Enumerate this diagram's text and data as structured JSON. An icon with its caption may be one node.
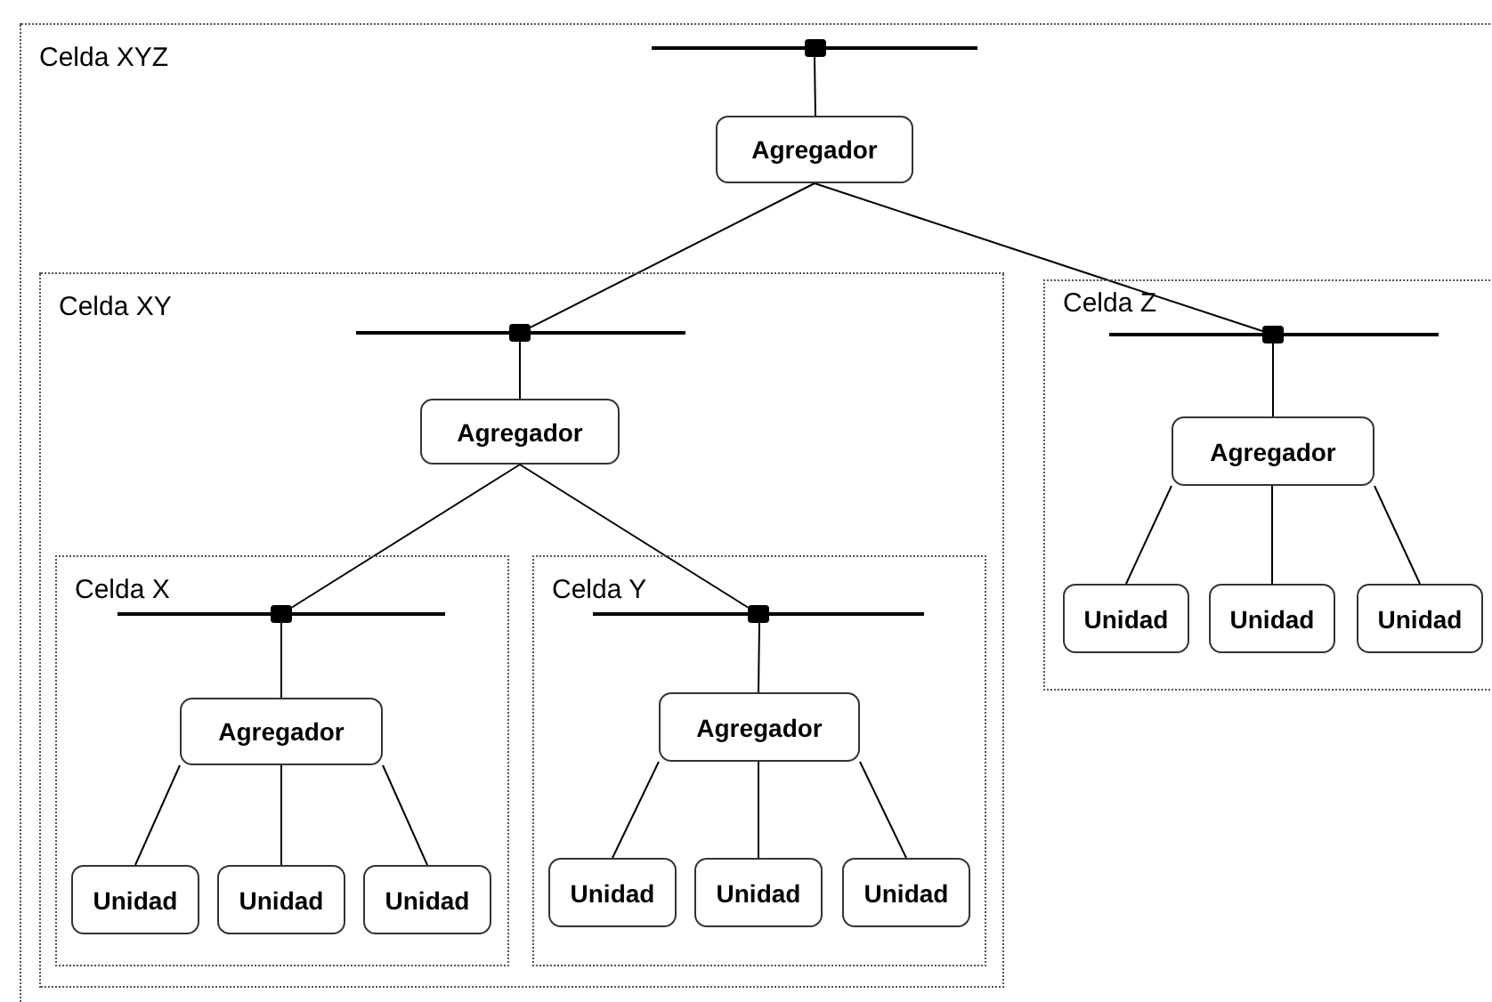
{
  "diagram": {
    "nodes": [
      {
        "text": [
          "Celda XYZ"
        ]
      },
      {
        "text": [],
        "shape": "box",
        "in": 0
      },
      {
        "text": [
          "Agregador"
        ],
        "in": 0
      },
      {
        "text": [
          "Celda XY"
        ],
        "in": 0
      },
      {
        "text": [],
        "shape": "box",
        "in": 3
      },
      {
        "text": [
          "Agregador"
        ],
        "in": 3
      },
      {
        "text": [
          "Celda X"
        ],
        "in": 3
      },
      {
        "text": [],
        "shape": "box",
        "in": 6
      },
      {
        "text": [
          "Agregador"
        ],
        "in": 6
      },
      {
        "text": [
          "Unidad"
        ],
        "in": 6
      },
      {
        "text": [
          "Unidad"
        ],
        "in": 6
      },
      {
        "text": [
          "Unidad"
        ],
        "in": 6
      },
      {
        "text": [
          "Celda Y"
        ],
        "in": 3
      },
      {
        "text": [],
        "shape": "box",
        "in": 12
      },
      {
        "text": [
          "Agregador"
        ],
        "in": 12
      },
      {
        "text": [
          "Unidad"
        ],
        "in": 12
      },
      {
        "text": [
          "Unidad"
        ],
        "in": 12
      },
      {
        "text": [
          "Unidad"
        ],
        "in": 12
      },
      {
        "text": [
          "Celda Z"
        ],
        "in": 0
      },
      {
        "text": [],
        "shape": "box",
        "in": 18
      },
      {
        "text": [
          "Agregador"
        ],
        "in": 18
      },
      {
        "text": [
          "Unidad"
        ],
        "in": 18
      },
      {
        "text": [
          "Unidad"
        ],
        "in": 18
      },
      {
        "text": [
          "Unidad"
        ],
        "in": 18
      }
    ],
    "edges": [
      {
        "from": 1,
        "to": 2,
        "arrow": "none"
      },
      {
        "from": 2,
        "to": 4,
        "arrow": "none"
      },
      {
        "from": 2,
        "to": 19,
        "arrow": "none"
      },
      {
        "from": 4,
        "to": 5,
        "arrow": "none"
      },
      {
        "from": 5,
        "to": 7,
        "arrow": "none"
      },
      {
        "from": 5,
        "to": 13,
        "arrow": "none"
      },
      {
        "from": 7,
        "to": 8,
        "arrow": "none"
      },
      {
        "from": 8,
        "to": 9,
        "arrow": "none"
      },
      {
        "from": 8,
        "to": 10,
        "arrow": "none"
      },
      {
        "from": 8,
        "to": 11,
        "arrow": "none"
      },
      {
        "from": 13,
        "to": 14,
        "arrow": "none"
      },
      {
        "from": 14,
        "to": 15,
        "arrow": "none"
      },
      {
        "from": 14,
        "to": 16,
        "arrow": "none"
      },
      {
        "from": 14,
        "to": 17,
        "arrow": "none"
      },
      {
        "from": 19,
        "to": 20,
        "arrow": "none"
      },
      {
        "from": 20,
        "to": 21,
        "arrow": "none"
      },
      {
        "from": 20,
        "to": 22,
        "arrow": "none"
      },
      {
        "from": 20,
        "to": 23,
        "arrow": "none"
      }
    ]
  }
}
